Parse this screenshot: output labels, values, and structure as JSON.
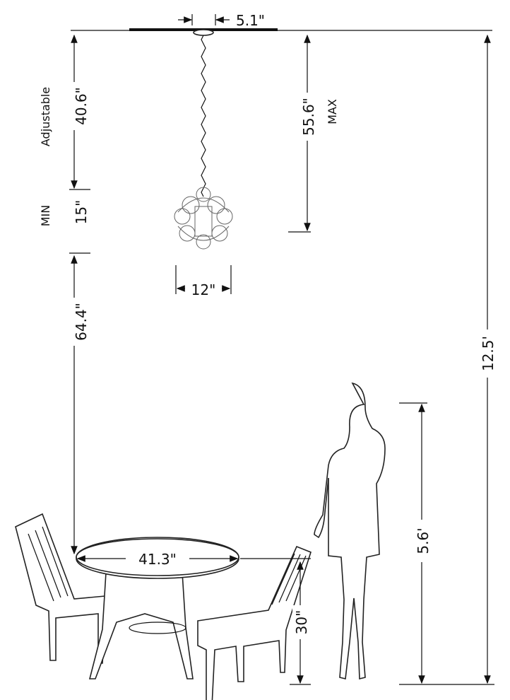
{
  "dimensions": {
    "canopy_width": "5.1\"",
    "adjustable_label": "Adjustable",
    "adjustable_length": "40.6\"",
    "max_label": "MAX",
    "max_height": "55.6\"",
    "min_label": "MIN",
    "min_height": "15\"",
    "fixture_width": "12\"",
    "clearance": "64.4\"",
    "ceiling_height": "12.5'",
    "person_height": "5.6'",
    "table_diameter": "41.3\"",
    "table_height": "30\""
  }
}
